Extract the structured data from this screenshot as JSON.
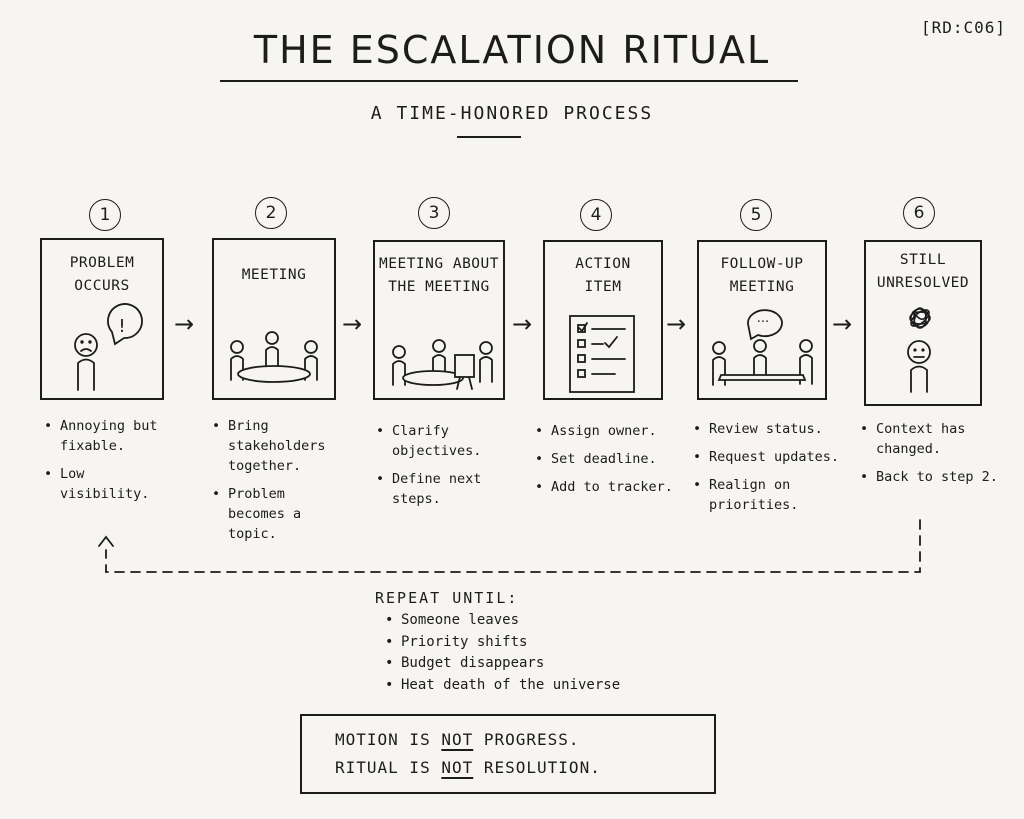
{
  "header": {
    "title": "THE ESCALATION RITUAL",
    "subtitle": "A TIME-HONORED PROCESS",
    "code": "[RD:C06]"
  },
  "steps": [
    {
      "number": "1",
      "title_lines": [
        "PROBLEM",
        "OCCURS"
      ],
      "notes": [
        "Annoying but fixable.",
        "Low visibility."
      ]
    },
    {
      "number": "2",
      "title_lines": [
        "MEETING"
      ],
      "notes": [
        "Bring stakeholders together.",
        "Problem becomes a topic."
      ]
    },
    {
      "number": "3",
      "title_lines": [
        "MEETING ABOUT",
        "THE MEETING"
      ],
      "notes": [
        "Clarify objectives.",
        "Define next steps."
      ]
    },
    {
      "number": "4",
      "title_lines": [
        "ACTION",
        "ITEM"
      ],
      "notes": [
        "Assign owner.",
        "Set deadline.",
        "Add to tracker."
      ]
    },
    {
      "number": "5",
      "title_lines": [
        "FOLLOW-UP",
        "MEETING"
      ],
      "notes": [
        "Review status.",
        "Request updates.",
        "Realign on priorities."
      ]
    },
    {
      "number": "6",
      "title_lines": [
        "STILL",
        "UNRESOLVED"
      ],
      "notes": [
        "Context has changed.",
        "Back to step 2."
      ]
    }
  ],
  "icons": {
    "arrow": "right-arrow-icon",
    "up_arrow": "up-arrow-icon",
    "speech": "speech-bubble-icon",
    "checklist": "checklist-icon",
    "tangle": "scribble-icon"
  },
  "bubble": {
    "exclaim": "!",
    "dots": "···"
  },
  "repeat": {
    "heading": "REPEAT UNTIL:",
    "items": [
      "Someone leaves",
      "Priority shifts",
      "Budget disappears",
      "Heat death of the universe"
    ]
  },
  "motto": {
    "line1": {
      "pre": "MOTION IS ",
      "emph": "NOT",
      "post": " PROGRESS."
    },
    "line2": {
      "pre": "RITUAL IS ",
      "emph": "NOT",
      "post": " RESOLUTION."
    }
  }
}
